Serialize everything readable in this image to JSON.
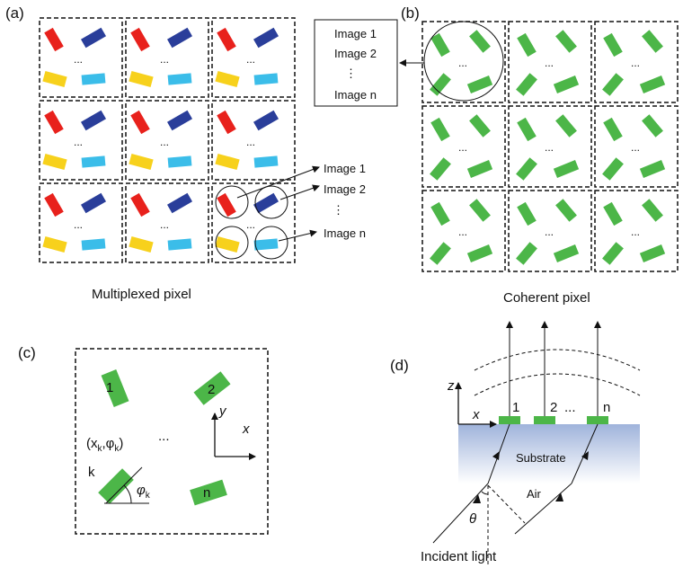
{
  "panels": {
    "a": {
      "label": "(a)",
      "caption": "Multiplexed pixel",
      "ellipsis": "...",
      "arrow_labels": [
        "Image 1",
        "Image 2",
        "⋮",
        "Image n"
      ],
      "colors": {
        "red": "#e8211c",
        "blue": "#2a3e9a",
        "yellow": "#f7d11c",
        "cyan": "#3bbde9"
      }
    },
    "b": {
      "label": "(b)",
      "caption": "Coherent pixel",
      "ellipsis": "...",
      "box_labels": [
        "Image 1",
        "Image 2",
        "⋮",
        "Image n"
      ],
      "color": "#4cb648"
    },
    "c": {
      "label": "(c)",
      "element_labels": [
        "1",
        "2",
        "k",
        "n"
      ],
      "ellipsis": "...",
      "coord_label_prefix": "(x",
      "coord_label_k1": "k",
      "coord_label_mid": ",φ",
      "coord_label_k2": "k",
      "coord_label_suffix": ")",
      "angle_symbol": "φ",
      "angle_sub": "k",
      "axis_x": "x",
      "axis_y": "y"
    },
    "d": {
      "label": "(d)",
      "axis_z": "z",
      "axis_x": "x",
      "element_labels": [
        "1",
        "2",
        "...",
        "n"
      ],
      "substrate": "Substrate",
      "air": "Air",
      "theta": "θ",
      "caption": "Incident light"
    }
  }
}
